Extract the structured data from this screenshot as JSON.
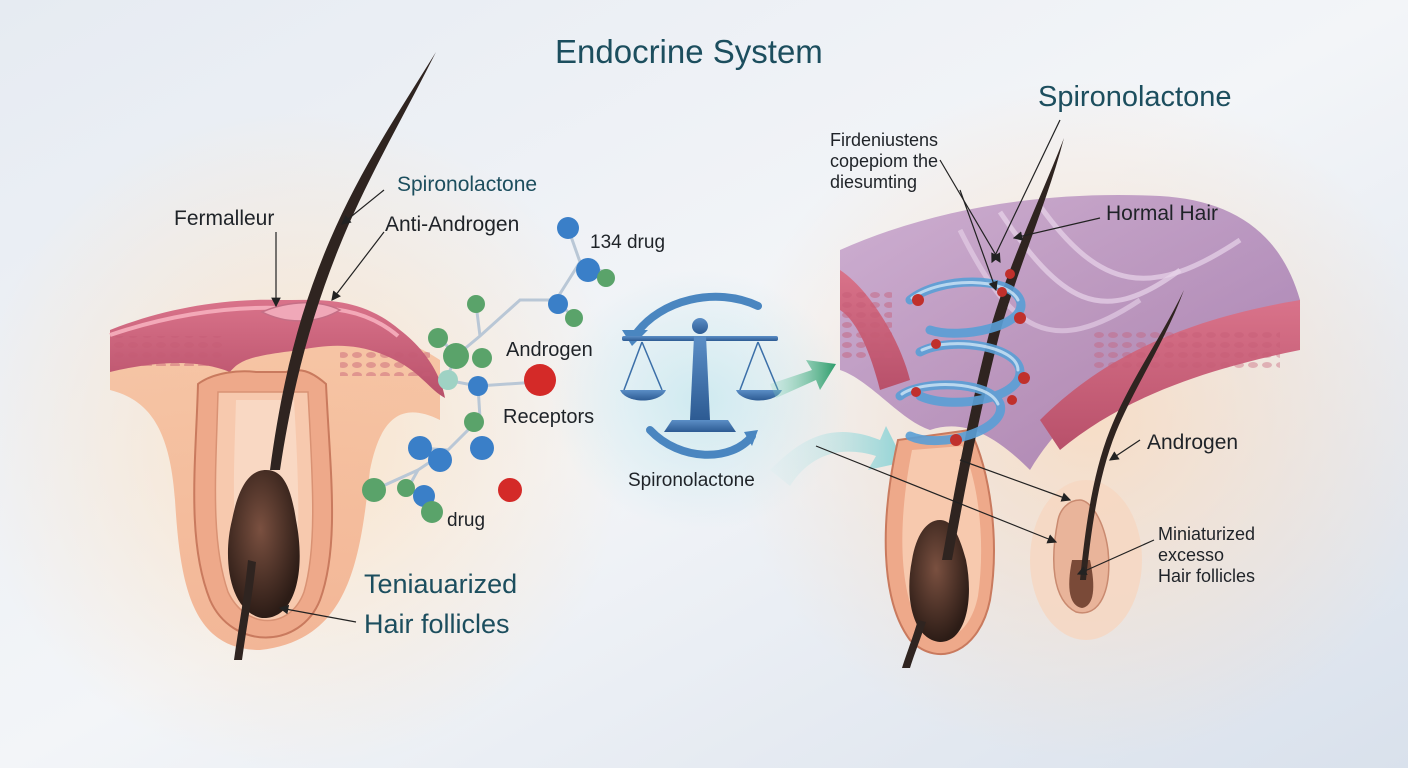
{
  "title": "Endocrine System",
  "left": {
    "spironolactone": "Spironolactone",
    "fermalleur": "Fermalleur",
    "anti_androgen": "Anti-Androgen",
    "teniaurized": "Teniauarized",
    "hair_follicles": "Hair follicles"
  },
  "molecule": {
    "drug_134": "134 drug",
    "androgen": "Androgen",
    "receptors": "Receptors",
    "drug": "drug"
  },
  "center": {
    "spironolactone": "Spironolactone"
  },
  "right": {
    "title": "Spironolactone",
    "note_line1": "Firdeniustens",
    "note_line2": "copepiom the",
    "note_line3": "diesumting",
    "hormal_hair": "Hormal Hair",
    "androgen": "Androgen",
    "miniaturized": "Miniaturized",
    "excesso": "excesso",
    "hair_follicles": "Hair follicles"
  },
  "colors": {
    "title": "#1c4e5e",
    "molecule_blue": "#3a7fc8",
    "molecule_green": "#4a9a58",
    "molecule_red": "#d42a28",
    "scale": "#3b6fa8",
    "arrow_green": "#3aa072",
    "hair": "#2f2420"
  }
}
